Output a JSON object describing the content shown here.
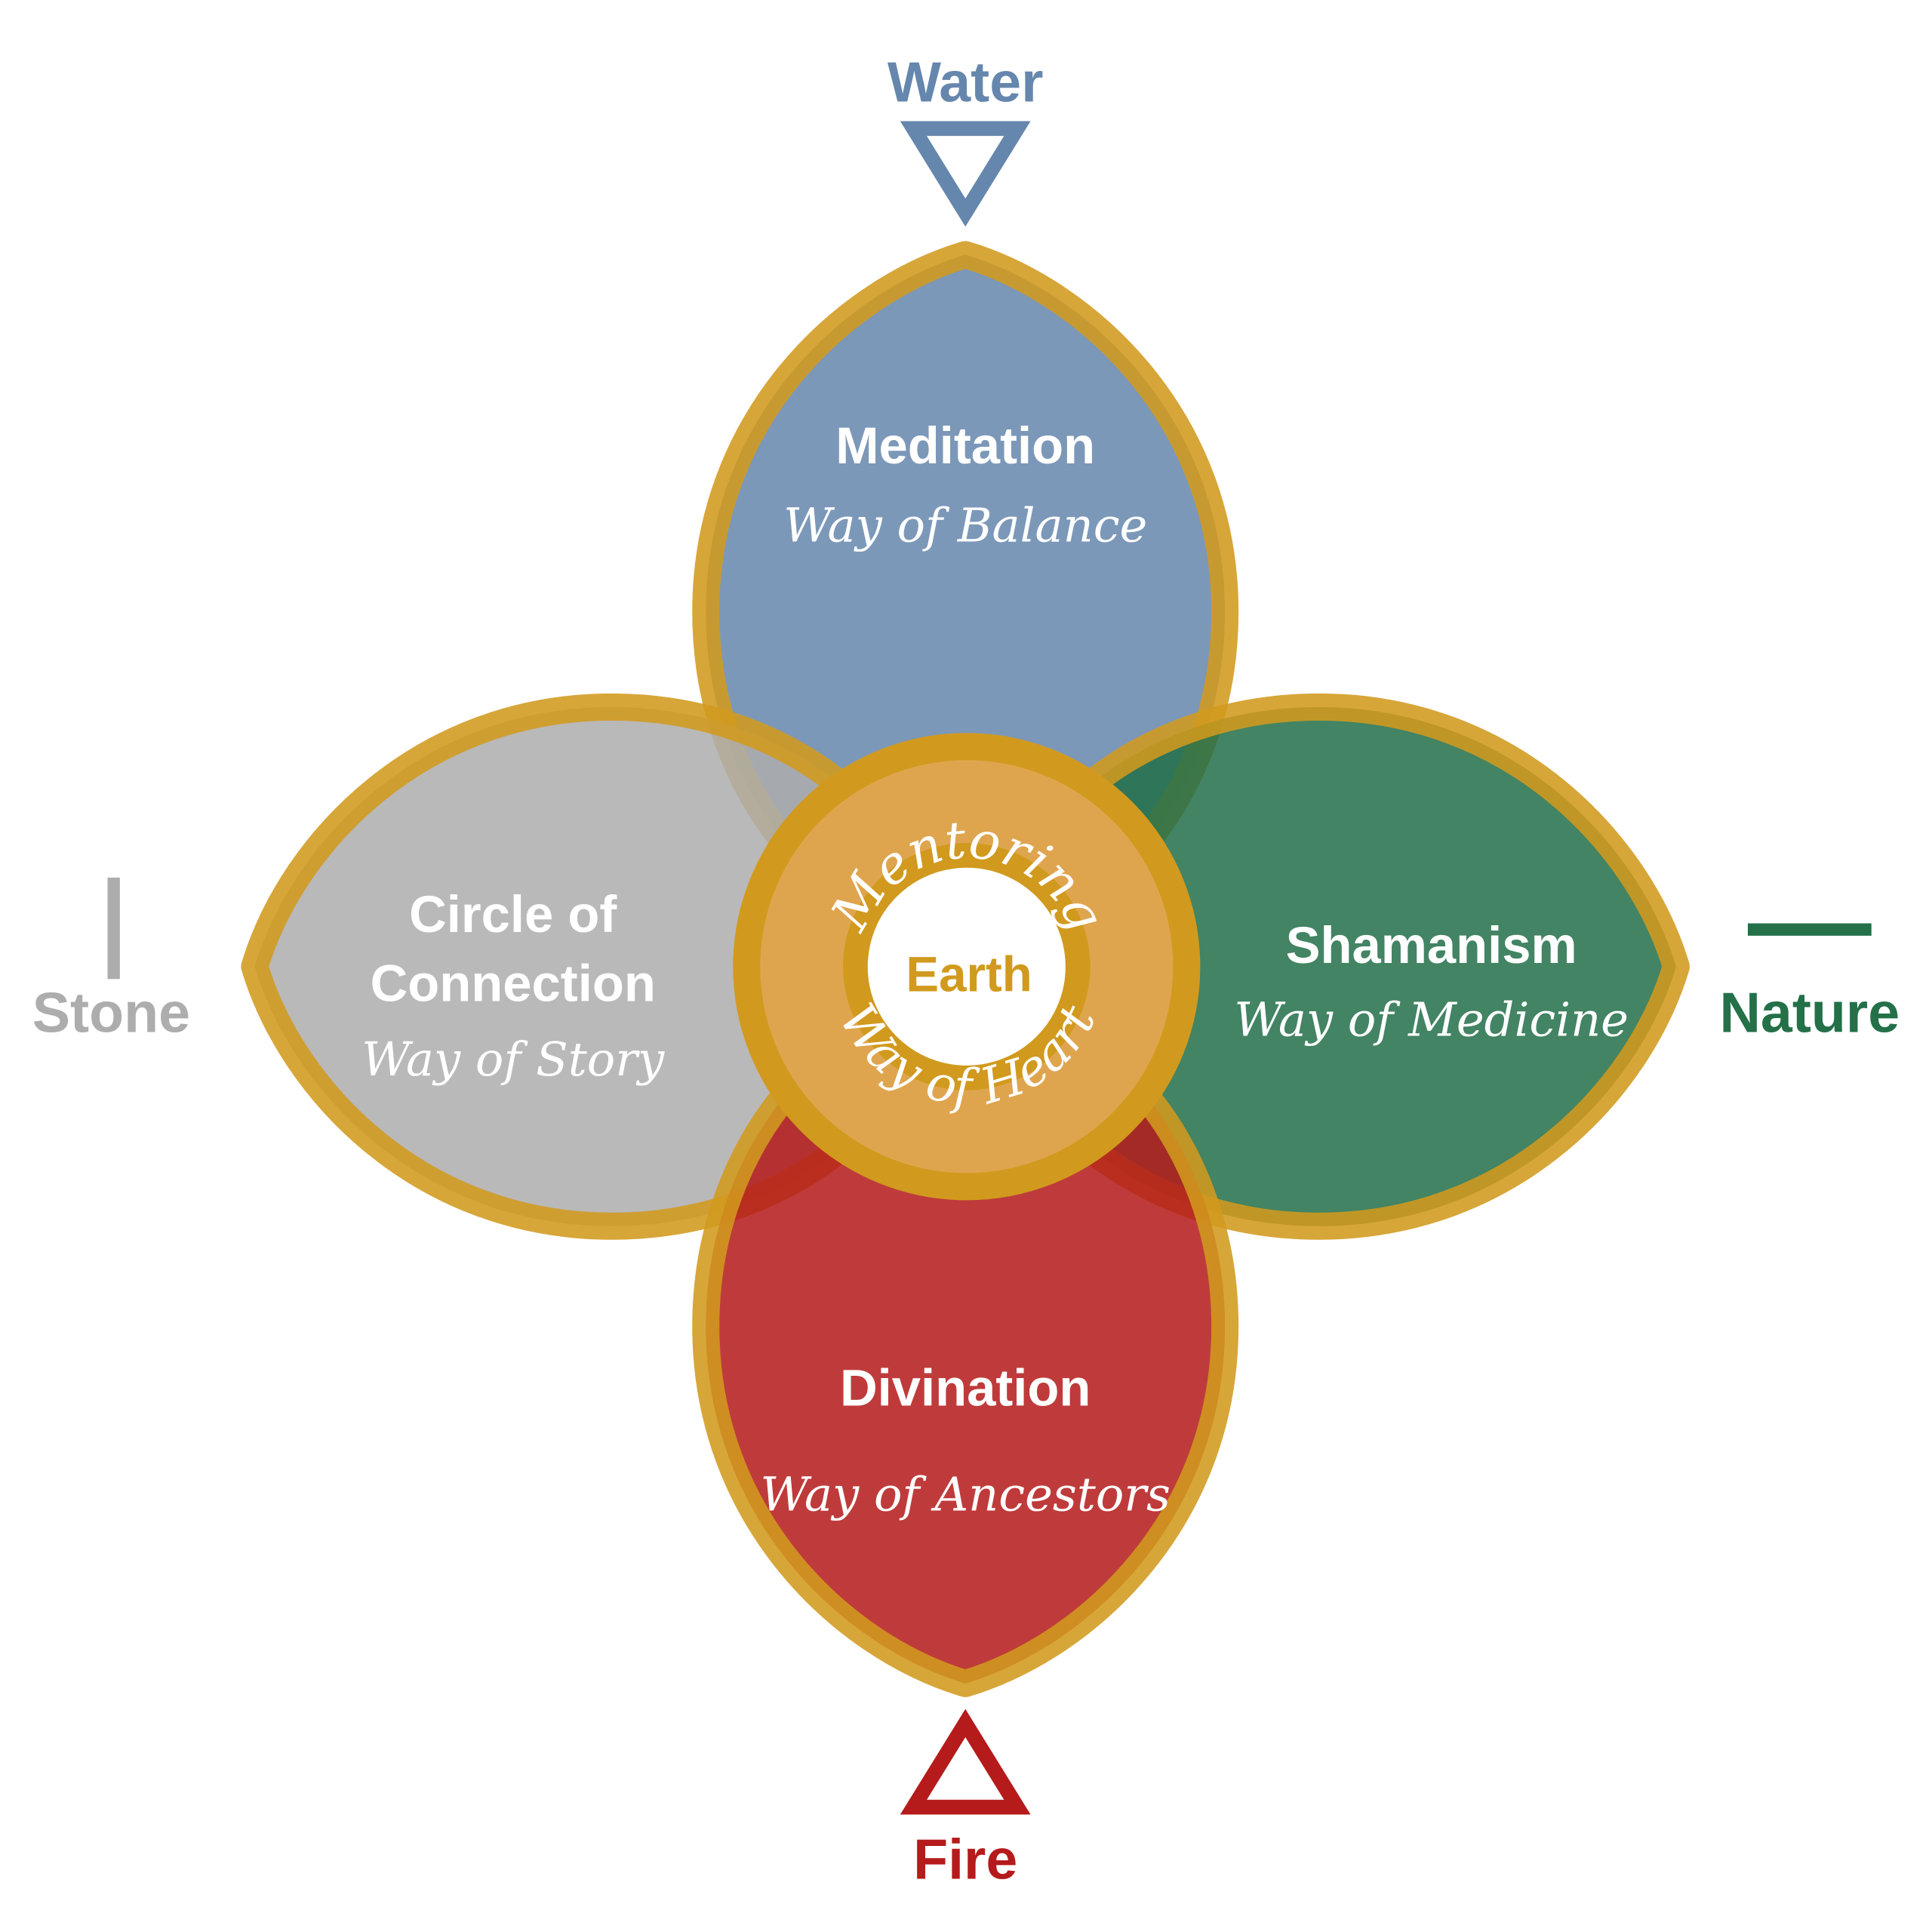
{
  "colors": {
    "gold": "#D19A1E",
    "water": "#6687AD",
    "stone": "#ADADAD",
    "nature": "#237049",
    "fire": "#B51B1B",
    "center_ring": "#DFA54E",
    "center_text": "#D19A1E",
    "petal_text": "#FFFFFF"
  },
  "elements": {
    "water": {
      "label": "Water",
      "symbol": "downward-triangle-icon"
    },
    "fire": {
      "label": "Fire",
      "symbol": "upward-triangle-icon"
    },
    "stone": {
      "label": "Stone",
      "symbol": "vertical-line-icon"
    },
    "nature": {
      "label": "Nature",
      "symbol": "horizontal-line-icon"
    }
  },
  "petals": {
    "meditation": {
      "title": "Meditation",
      "subtitle": "Way of Balance"
    },
    "circle": {
      "title_line1": "Circle of",
      "title_line2": "Connection",
      "subtitle": "Way of Story"
    },
    "shamanism": {
      "title": "Shamanism",
      "subtitle": "Way of Medicine"
    },
    "divination": {
      "title": "Divination",
      "subtitle": "Way of Ancestors"
    }
  },
  "center": {
    "core": "Earth",
    "ring_top": "Mentoring",
    "ring_bottom": "Way of Heart"
  }
}
